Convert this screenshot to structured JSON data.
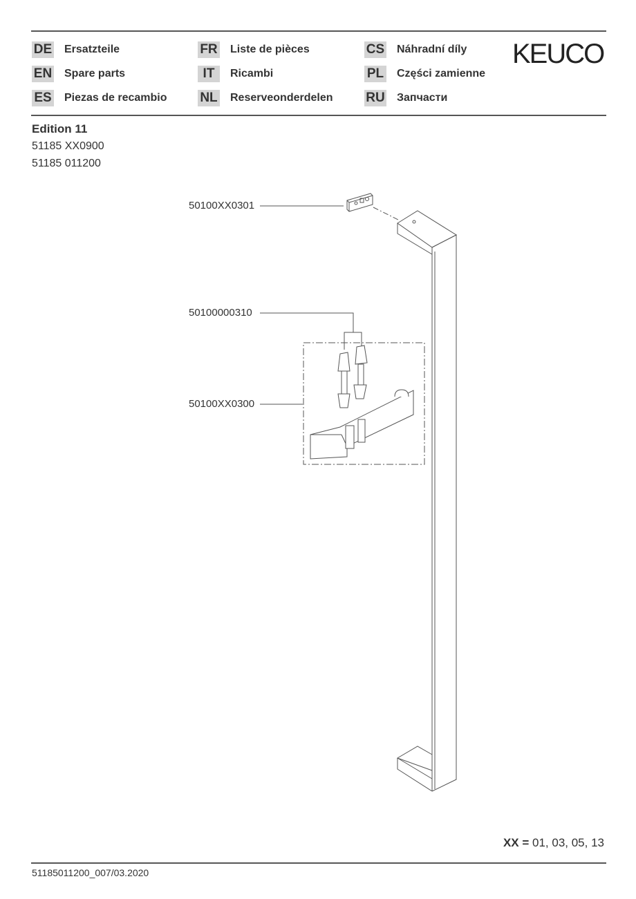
{
  "header": {
    "languages": [
      {
        "code": "DE",
        "label": "Ersatzteile"
      },
      {
        "code": "EN",
        "label": "Spare parts"
      },
      {
        "code": "ES",
        "label": "Piezas de recambio"
      },
      {
        "code": "FR",
        "label": "Liste de pièces"
      },
      {
        "code": "IT",
        "label": "Ricambi"
      },
      {
        "code": "NL",
        "label": "Reserveonderdelen"
      },
      {
        "code": "CS",
        "label": "Náhradní díly"
      },
      {
        "code": "PL",
        "label": "Części zamienne"
      },
      {
        "code": "RU",
        "label": "Запчасти"
      }
    ],
    "logo": "KEUCO"
  },
  "product": {
    "title": "Edition 11",
    "numbers": [
      "51185 XX0900",
      "51185 011200"
    ]
  },
  "parts": [
    {
      "number": "50100XX0301"
    },
    {
      "number": "50100000310"
    },
    {
      "number": "50100XX0300"
    }
  ],
  "variants": {
    "key": "XX =",
    "values": "01, 03, 05, 13"
  },
  "footer": {
    "doc_id": "51185011200_007/03.2020"
  }
}
